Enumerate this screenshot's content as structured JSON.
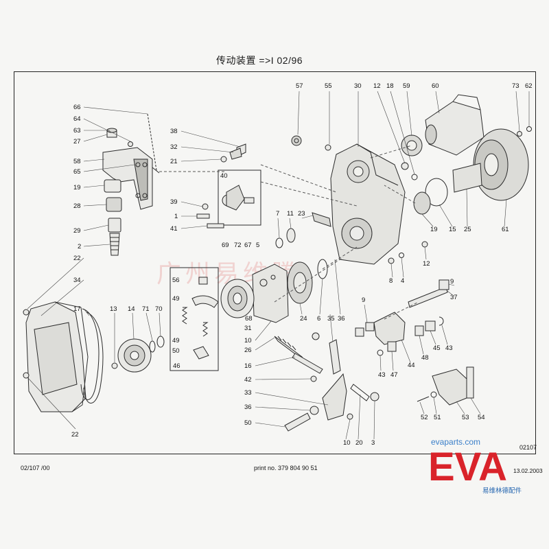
{
  "header": {
    "title_cn": "传动装置",
    "title_ref": "=>I 02/96"
  },
  "footer": {
    "left_code": "02/107  /00",
    "print_no": "print no. 379 804 90 51",
    "date": "13.02.2003",
    "ref_code": "02107"
  },
  "watermark": {
    "url": "evaparts.com",
    "logo_text": "EVA",
    "cn_text": "易维林德配件",
    "center_text": "广州易维腾"
  },
  "colors": {
    "line": "#2b2b2b",
    "part_fill": "#e9e9e6",
    "part_shade": "#bdbdb8",
    "logo_red": "#d9232a",
    "logo_blue": "#2a5fae"
  },
  "callouts": [
    {
      "id": "c66",
      "text": "66"
    },
    {
      "id": "c64",
      "text": "64"
    },
    {
      "id": "c63",
      "text": "63"
    },
    {
      "id": "c27",
      "text": "27"
    },
    {
      "id": "c58",
      "text": "58"
    },
    {
      "id": "c65",
      "text": "65"
    },
    {
      "id": "c19a",
      "text": "19"
    },
    {
      "id": "c28",
      "text": "28"
    },
    {
      "id": "c29",
      "text": "29"
    },
    {
      "id": "c2",
      "text": "2"
    },
    {
      "id": "c22a",
      "text": "22"
    },
    {
      "id": "c34",
      "text": "34"
    },
    {
      "id": "c17",
      "text": "17"
    },
    {
      "id": "c13",
      "text": "13"
    },
    {
      "id": "c14",
      "text": "14"
    },
    {
      "id": "c71",
      "text": "71"
    },
    {
      "id": "c70",
      "text": "70"
    },
    {
      "id": "c22b",
      "text": "22"
    },
    {
      "id": "c38",
      "text": "38"
    },
    {
      "id": "c32",
      "text": "32"
    },
    {
      "id": "c21",
      "text": "21"
    },
    {
      "id": "c40",
      "text": "40"
    },
    {
      "id": "c39",
      "text": "39"
    },
    {
      "id": "c1",
      "text": "1"
    },
    {
      "id": "c41",
      "text": "41"
    },
    {
      "id": "c69",
      "text": "69"
    },
    {
      "id": "c72",
      "text": "72"
    },
    {
      "id": "c67",
      "text": "67"
    },
    {
      "id": "c5",
      "text": "5"
    },
    {
      "id": "c56",
      "text": "56"
    },
    {
      "id": "c49a",
      "text": "49"
    },
    {
      "id": "c49b",
      "text": "49"
    },
    {
      "id": "c50a",
      "text": "50"
    },
    {
      "id": "c46",
      "text": "46"
    },
    {
      "id": "c68",
      "text": "68"
    },
    {
      "id": "c31",
      "text": "31"
    },
    {
      "id": "c10a",
      "text": "10"
    },
    {
      "id": "c26",
      "text": "26"
    },
    {
      "id": "c16",
      "text": "16"
    },
    {
      "id": "c42",
      "text": "42"
    },
    {
      "id": "c33",
      "text": "33"
    },
    {
      "id": "c36a",
      "text": "36"
    },
    {
      "id": "c50b",
      "text": "50"
    },
    {
      "id": "c57",
      "text": "57"
    },
    {
      "id": "c55",
      "text": "55"
    },
    {
      "id": "c30",
      "text": "30"
    },
    {
      "id": "c12a",
      "text": "12"
    },
    {
      "id": "c18",
      "text": "18"
    },
    {
      "id": "c59",
      "text": "59"
    },
    {
      "id": "c60",
      "text": "60"
    },
    {
      "id": "c73",
      "text": "73"
    },
    {
      "id": "c62",
      "text": "62"
    },
    {
      "id": "c7",
      "text": "7"
    },
    {
      "id": "c11",
      "text": "11"
    },
    {
      "id": "c23",
      "text": "23"
    },
    {
      "id": "c19b",
      "text": "19"
    },
    {
      "id": "c15",
      "text": "15"
    },
    {
      "id": "c25",
      "text": "25"
    },
    {
      "id": "c61",
      "text": "61"
    },
    {
      "id": "c12b",
      "text": "12"
    },
    {
      "id": "c8",
      "text": "8"
    },
    {
      "id": "c4",
      "text": "4"
    },
    {
      "id": "c24",
      "text": "24"
    },
    {
      "id": "c6",
      "text": "6"
    },
    {
      "id": "c36b",
      "text": "36"
    },
    {
      "id": "c9a",
      "text": "9"
    },
    {
      "id": "c37",
      "text": "37"
    },
    {
      "id": "c9b",
      "text": "9"
    },
    {
      "id": "c35",
      "text": "35"
    },
    {
      "id": "c44",
      "text": "44"
    },
    {
      "id": "c48",
      "text": "48"
    },
    {
      "id": "c45",
      "text": "45"
    },
    {
      "id": "c43a",
      "text": "43"
    },
    {
      "id": "c43b",
      "text": "43"
    },
    {
      "id": "c47",
      "text": "47"
    },
    {
      "id": "c10b",
      "text": "10"
    },
    {
      "id": "c20",
      "text": "20"
    },
    {
      "id": "c3",
      "text": "3"
    },
    {
      "id": "c52",
      "text": "52"
    },
    {
      "id": "c51",
      "text": "51"
    },
    {
      "id": "c53",
      "text": "53"
    },
    {
      "id": "c54",
      "text": "54"
    }
  ]
}
